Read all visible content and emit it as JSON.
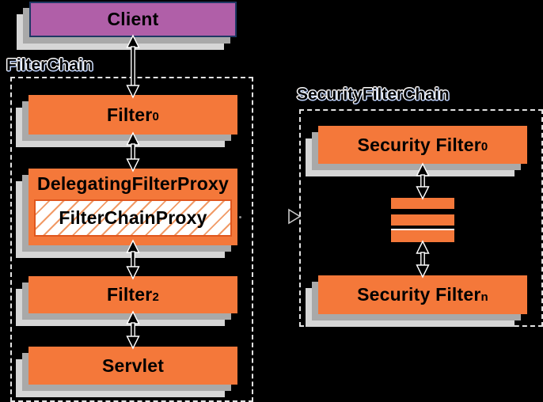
{
  "colors": {
    "background": "#000000",
    "orange": "#F4783A",
    "orange_border": "#E0571E",
    "hatch_orange": "#F19A66",
    "purple": "#B05FA8",
    "purple_border": "#1F3864",
    "shadow_near": "#A9A9A9",
    "shadow_far": "#D6D6D6",
    "dashed_border": "#E3E3E3",
    "text": "#000000"
  },
  "groups": {
    "filter_chain": {
      "label": "FilterChain"
    },
    "security_filter_chain": {
      "label": "SecurityFilterChain"
    }
  },
  "nodes": {
    "client": {
      "label": "Client"
    },
    "filter0": {
      "label": "Filter",
      "sub": "0"
    },
    "delegating_filter_proxy": {
      "label": "DelegatingFilterProxy"
    },
    "filter_chain_proxy": {
      "label": "FilterChainProxy"
    },
    "filter2": {
      "label": "Filter",
      "sub": "2"
    },
    "servlet": {
      "label": "Servlet"
    },
    "security_filter_0": {
      "label": "Security Filter",
      "sub": "0"
    },
    "security_filter_n": {
      "label": "Security Filter",
      "sub": "n"
    }
  },
  "icons": {
    "vertical_connectors": "double-headed-arrow-icon",
    "chain_link": "open-right-arrow-icon",
    "ellipsis_bars": "stacked-bars"
  }
}
